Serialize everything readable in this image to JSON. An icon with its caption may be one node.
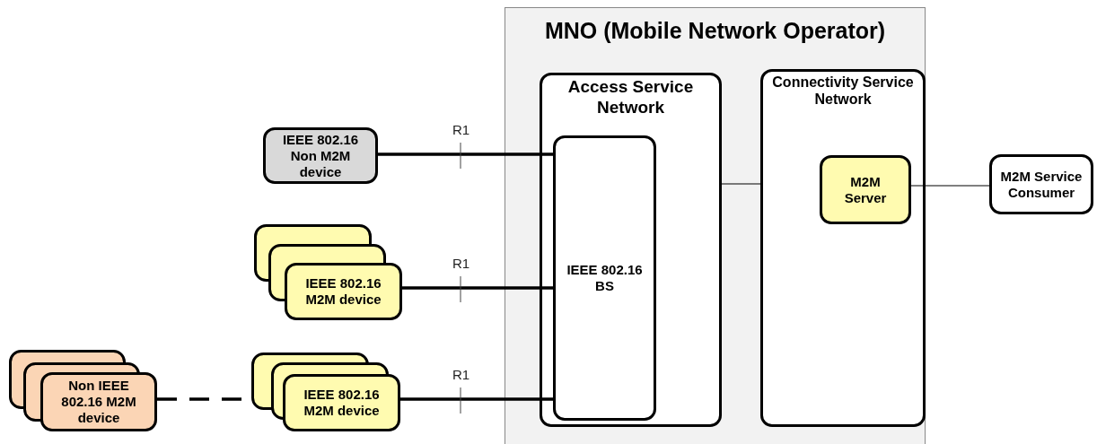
{
  "diagram": {
    "nodes": [
      {
        "text": [
          "MNO (Mobile Network Operator)"
        ]
      },
      {
        "text": [
          "Access Service Network"
        ],
        "in": 0
      },
      {
        "text": [
          "IEEE 802.16 BS"
        ],
        "in": 1
      },
      {
        "text": [
          "Connectivity Service Network"
        ],
        "in": 0
      },
      {
        "text": [
          "M2M Server"
        ],
        "in": 3
      },
      {
        "text": [
          "M2M Service Consumer"
        ]
      },
      {
        "text": [
          "IEEE 802.16 Non M2M device"
        ]
      },
      {
        "text": [
          "IEEE 802.16 M2M device"
        ]
      },
      {
        "text": [
          "IEEE 802.16 M2M device"
        ]
      },
      {
        "text": [
          "Non IEEE 802.16 M2M device"
        ]
      }
    ],
    "edges": [
      {
        "from": 6,
        "to": 2,
        "arrow": "none"
      },
      {
        "from": 7,
        "to": 2,
        "arrow": "none"
      },
      {
        "from": 8,
        "to": 2,
        "arrow": "none"
      },
      {
        "from": 9,
        "to": 8,
        "arrow": "none",
        "style": "dashed"
      },
      {
        "from": 1,
        "to": 3,
        "arrow": "none"
      },
      {
        "from": 4,
        "to": 5,
        "arrow": "none"
      }
    ],
    "labels": [
      "R1",
      "R1",
      "R1"
    ]
  }
}
